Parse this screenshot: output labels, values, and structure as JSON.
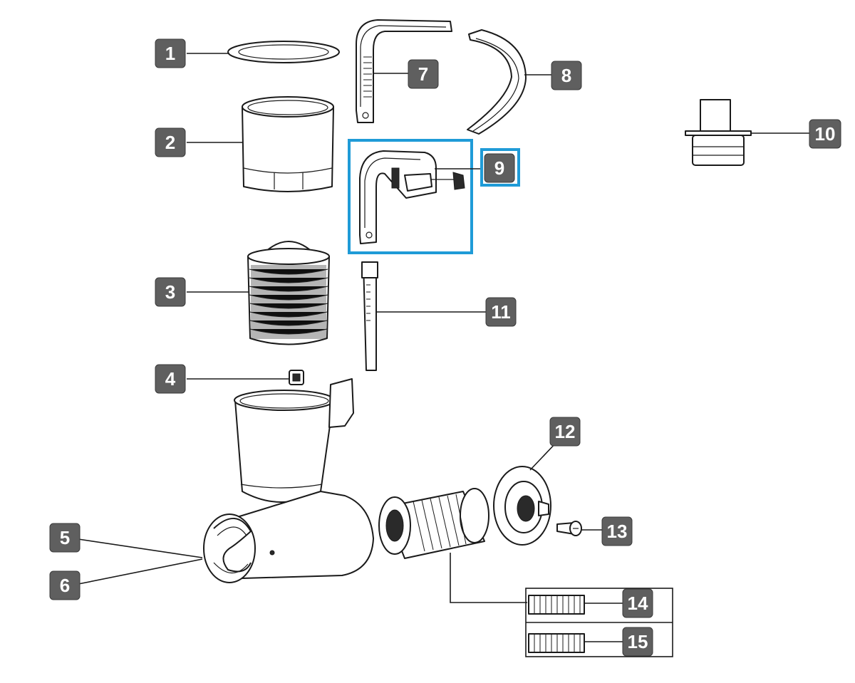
{
  "parts": [
    {
      "id": "part-1",
      "number": "1"
    },
    {
      "id": "part-2",
      "number": "2"
    },
    {
      "id": "part-3",
      "number": "3"
    },
    {
      "id": "part-4",
      "number": "4"
    },
    {
      "id": "part-5",
      "number": "5"
    },
    {
      "id": "part-6",
      "number": "6"
    },
    {
      "id": "part-7",
      "number": "7"
    },
    {
      "id": "part-8",
      "number": "8"
    },
    {
      "id": "part-9",
      "number": "9",
      "highlighted": true
    },
    {
      "id": "part-10",
      "number": "10"
    },
    {
      "id": "part-11",
      "number": "11"
    },
    {
      "id": "part-12",
      "number": "12"
    },
    {
      "id": "part-13",
      "number": "13"
    },
    {
      "id": "part-14",
      "number": "14"
    },
    {
      "id": "part-15",
      "number": "15"
    }
  ],
  "colors": {
    "badge": "#5f5f5f",
    "highlight": "#1f9bd7",
    "line": "#1a1a1a"
  }
}
